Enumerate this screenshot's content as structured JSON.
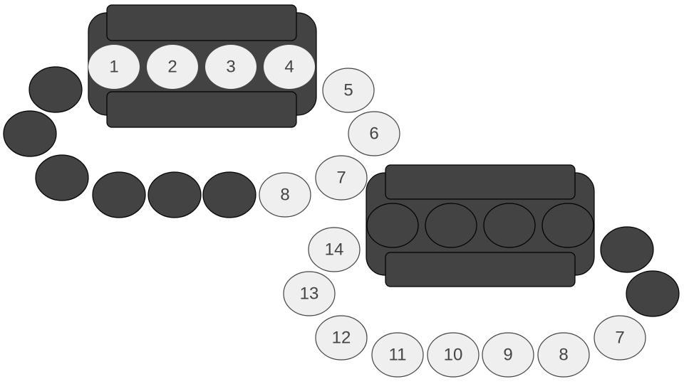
{
  "colors": {
    "table": "#434343",
    "empty_seat": "#434343",
    "filled_seat": "#efefef",
    "label": "#444444",
    "background": "#ffffff"
  },
  "seating_a": {
    "table_seats": [
      {
        "label": "1",
        "filled": true
      },
      {
        "label": "2",
        "filled": true
      },
      {
        "label": "3",
        "filled": true
      },
      {
        "label": "4",
        "filled": true
      }
    ],
    "right_chain": [
      {
        "label": "5",
        "filled": true
      },
      {
        "label": "6",
        "filled": true
      },
      {
        "label": "7",
        "filled": true
      }
    ],
    "left_chain": [
      {
        "label": "",
        "filled": false
      },
      {
        "label": "",
        "filled": false
      },
      {
        "label": "",
        "filled": false
      },
      {
        "label": "",
        "filled": false
      },
      {
        "label": "",
        "filled": false
      },
      {
        "label": "",
        "filled": false
      },
      {
        "label": "8",
        "filled": true
      }
    ]
  },
  "seating_b": {
    "table_seats": [
      {
        "label": "",
        "filled": false
      },
      {
        "label": "",
        "filled": false
      },
      {
        "label": "",
        "filled": false
      },
      {
        "label": "",
        "filled": false
      }
    ],
    "right_chain": [
      {
        "label": "",
        "filled": false
      },
      {
        "label": "",
        "filled": false
      },
      {
        "label": "7",
        "filled": true
      }
    ],
    "bottom_chain": [
      {
        "label": "8",
        "filled": true
      },
      {
        "label": "9",
        "filled": true
      },
      {
        "label": "10",
        "filled": true
      },
      {
        "label": "11",
        "filled": true
      },
      {
        "label": "12",
        "filled": true
      },
      {
        "label": "13",
        "filled": true
      },
      {
        "label": "14",
        "filled": true
      }
    ]
  }
}
